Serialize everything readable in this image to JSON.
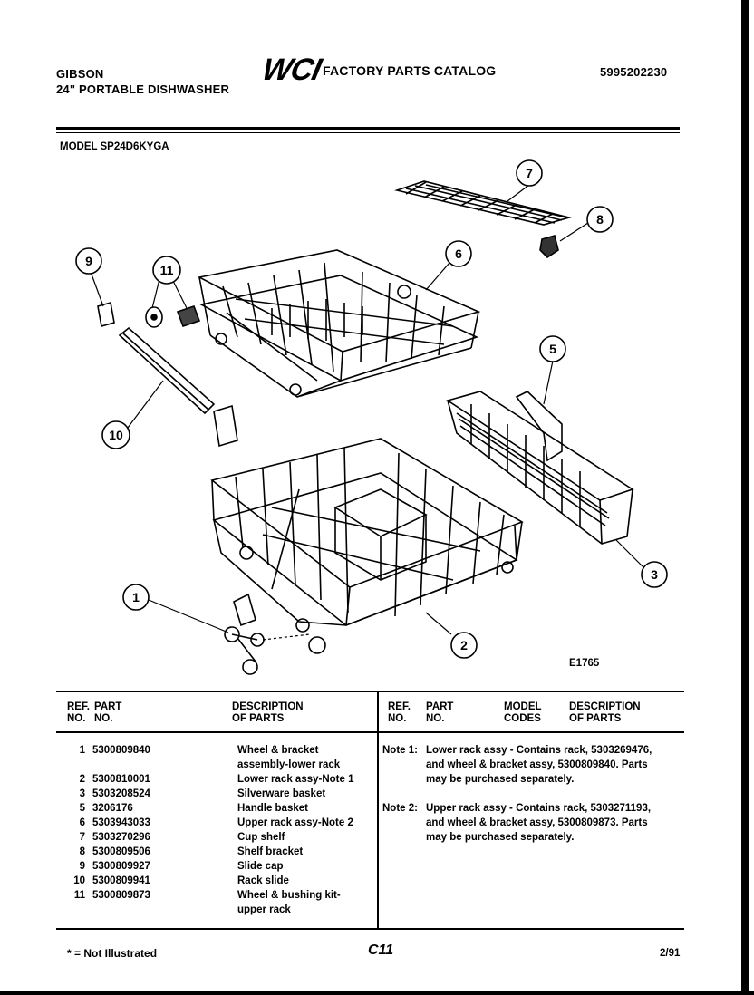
{
  "header": {
    "brand": "GIBSON",
    "product": "24\" PORTABLE DISHWASHER",
    "logo_text": "WCI",
    "catalog_title": "FACTORY PARTS CATALOG",
    "catalog_number": "5995202230",
    "model_label": "MODEL SP24D6KYGA"
  },
  "diagram": {
    "figure_code": "E1765",
    "callouts": [
      "1",
      "2",
      "3",
      "5",
      "6",
      "7",
      "8",
      "9",
      "10",
      "11"
    ]
  },
  "table": {
    "headers": {
      "ref_no": [
        "REF.",
        "NO."
      ],
      "part_no": [
        "PART",
        "NO."
      ],
      "description": [
        "DESCRIPTION",
        "OF PARTS"
      ],
      "ref_no_2": [
        "REF.",
        "NO."
      ],
      "part_no_2": [
        "PART",
        "NO."
      ],
      "model_codes": [
        "MODEL",
        "CODES"
      ],
      "description_2": [
        "DESCRIPTION",
        "OF PARTS"
      ]
    },
    "ref_nos": [
      "1",
      "",
      "2",
      "3",
      "5",
      "6",
      "7",
      "8",
      "9",
      "10",
      "11",
      ""
    ],
    "part_nos": [
      "5300809840",
      "",
      "5300810001",
      "5303208524",
      "3206176",
      "5303943033",
      "5303270296",
      "5300809506",
      "5300809927",
      "5300809941",
      "5300809873",
      ""
    ],
    "descriptions": [
      "Wheel & bracket",
      "assembly-lower rack",
      "Lower rack assy-Note 1",
      "Silverware basket",
      "Handle basket",
      "Upper rack assy-Note 2",
      "Cup shelf",
      "Shelf bracket",
      "Slide cap",
      "Rack slide",
      "Wheel & bushing kit-",
      "upper rack"
    ],
    "notes": [
      {
        "label": "Note 1:",
        "lines": [
          "Lower rack assy - Contains rack, 5303269476,",
          "and wheel & bracket assy, 5300809840.  Parts",
          "may be purchased separately."
        ]
      },
      {
        "label": "Note 2:",
        "lines": [
          "Upper rack assy - Contains rack, 5303271193,",
          "and wheel & bracket assy, 5300809873.  Parts",
          "may be purchased separately."
        ]
      }
    ]
  },
  "footer": {
    "legend": "* = Not Illustrated",
    "page_code": "C11",
    "date": "2/91"
  }
}
